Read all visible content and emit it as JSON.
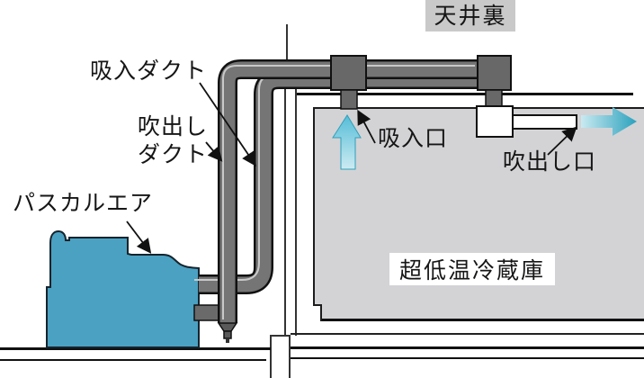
{
  "diagram": {
    "title_area": {
      "ceiling_space": "天井裏"
    },
    "labels": {
      "suction_duct": "吸入ダクト",
      "blowout_duct": "吹出し\nダクト",
      "pascal_air": "パスカルエア",
      "suction_port": "吸入口",
      "blowout_port": "吹出し口",
      "freezer": "超低温冷蔵庫"
    },
    "colors": {
      "machine_blue": "#4BA1C1",
      "duct_gray": "#757575",
      "duct_outline": "#111111",
      "fridge_gray": "#D3D3D6",
      "label_box_gray": "#C9C9C9",
      "airflow_cyan": "#49B4CE",
      "text_black": "#161616"
    }
  }
}
